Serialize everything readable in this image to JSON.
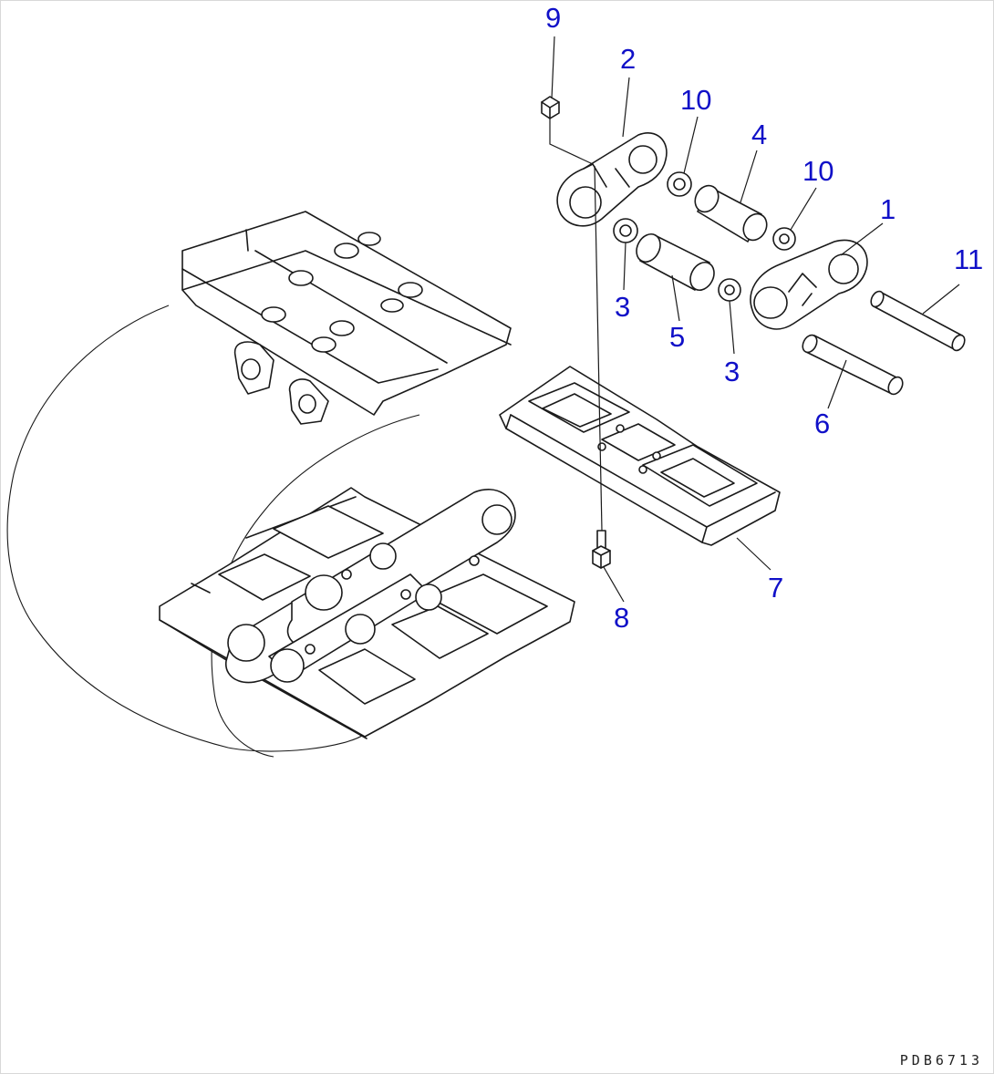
{
  "drawing_code": "PDB6713",
  "callouts": {
    "c1": "1",
    "c2": "2",
    "c3a": "3",
    "c3b": "3",
    "c4": "4",
    "c5": "5",
    "c6": "6",
    "c7": "7",
    "c8": "8",
    "c9": "9",
    "c10a": "10",
    "c10b": "10",
    "c11": "11"
  },
  "colors": {
    "callout_text": "#1010c8",
    "line_art": "#1a1a1a",
    "background": "#ffffff"
  }
}
